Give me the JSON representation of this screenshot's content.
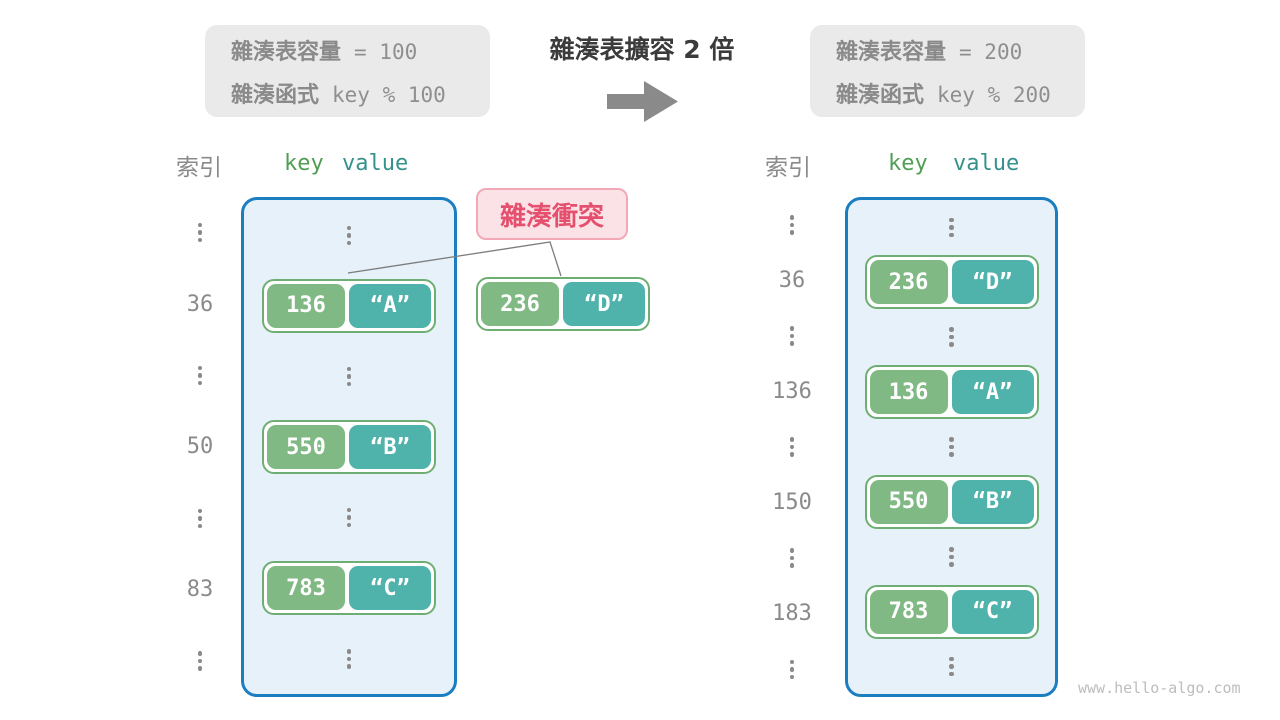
{
  "header": {
    "before_box": {
      "line1_label": "雜湊表容量",
      "line1_value": "= 100",
      "line2_label": "雜湊函式",
      "line2_value": "key % 100"
    },
    "expand_title": "雜湊表擴容 2 倍",
    "after_box": {
      "line1_label": "雜湊表容量",
      "line1_value": "= 200",
      "line2_label": "雜湊函式",
      "line2_value": "key % 200"
    }
  },
  "collision": {
    "label": "雜湊衝突",
    "pair": {
      "key": "236",
      "value": "“D”"
    }
  },
  "tables": {
    "before": {
      "index_header": "索引",
      "key_header": "key",
      "value_header": "value",
      "rows": [
        {
          "type": "dots"
        },
        {
          "type": "pair",
          "index": "36",
          "key": "136",
          "value": "“A”"
        },
        {
          "type": "dots"
        },
        {
          "type": "pair",
          "index": "50",
          "key": "550",
          "value": "“B”"
        },
        {
          "type": "dots"
        },
        {
          "type": "pair",
          "index": "83",
          "key": "783",
          "value": "“C”"
        },
        {
          "type": "dots"
        }
      ]
    },
    "after": {
      "index_header": "索引",
      "key_header": "key",
      "value_header": "value",
      "rows": [
        {
          "type": "dots"
        },
        {
          "type": "pair",
          "index": "36",
          "key": "236",
          "value": "“D”"
        },
        {
          "type": "dots"
        },
        {
          "type": "pair",
          "index": "136",
          "key": "136",
          "value": "“A”"
        },
        {
          "type": "dots"
        },
        {
          "type": "pair",
          "index": "150",
          "key": "550",
          "value": "“B”"
        },
        {
          "type": "dots"
        },
        {
          "type": "pair",
          "index": "183",
          "key": "783",
          "value": "“C”"
        },
        {
          "type": "dots"
        }
      ]
    }
  },
  "colors": {
    "key_fill": "#80b984",
    "value_fill": "#4fb2ab",
    "pair_border": "#6fae73",
    "table_border": "#1b7ec0",
    "table_bg": "#e6f1f9",
    "collision_text": "#e4506e",
    "collision_bg": "#fbe2e6",
    "collision_border": "#f2a9b5",
    "key_header_green": "#4f9e53",
    "value_header_teal": "#35918b",
    "muted_gray": "#8a8a8a",
    "info_box_bg": "#eaeaea"
  },
  "footer": {
    "watermark": "www.hello-algo.com"
  }
}
